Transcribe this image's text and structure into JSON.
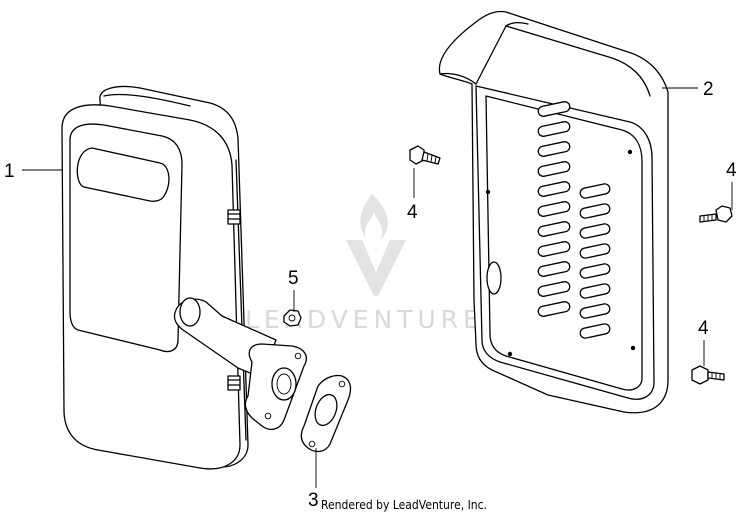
{
  "diagram": {
    "callouts": [
      "1",
      "2",
      "3",
      "4",
      "4",
      "4",
      "5"
    ],
    "parts": [
      {
        "ref": "1",
        "part": "muffler"
      },
      {
        "ref": "2",
        "part": "muffler-protector"
      },
      {
        "ref": "3",
        "part": "exhaust-gasket"
      },
      {
        "ref": "4",
        "part": "flange-bolt"
      },
      {
        "ref": "5",
        "part": "flange-nut"
      }
    ]
  },
  "watermark": {
    "brand": "LEADVENTURE"
  },
  "footer": {
    "credit": "Rendered by LeadVenture, Inc."
  },
  "colors": {
    "line": "#000000",
    "background": "#ffffff",
    "watermark": "#d9d9d9"
  }
}
